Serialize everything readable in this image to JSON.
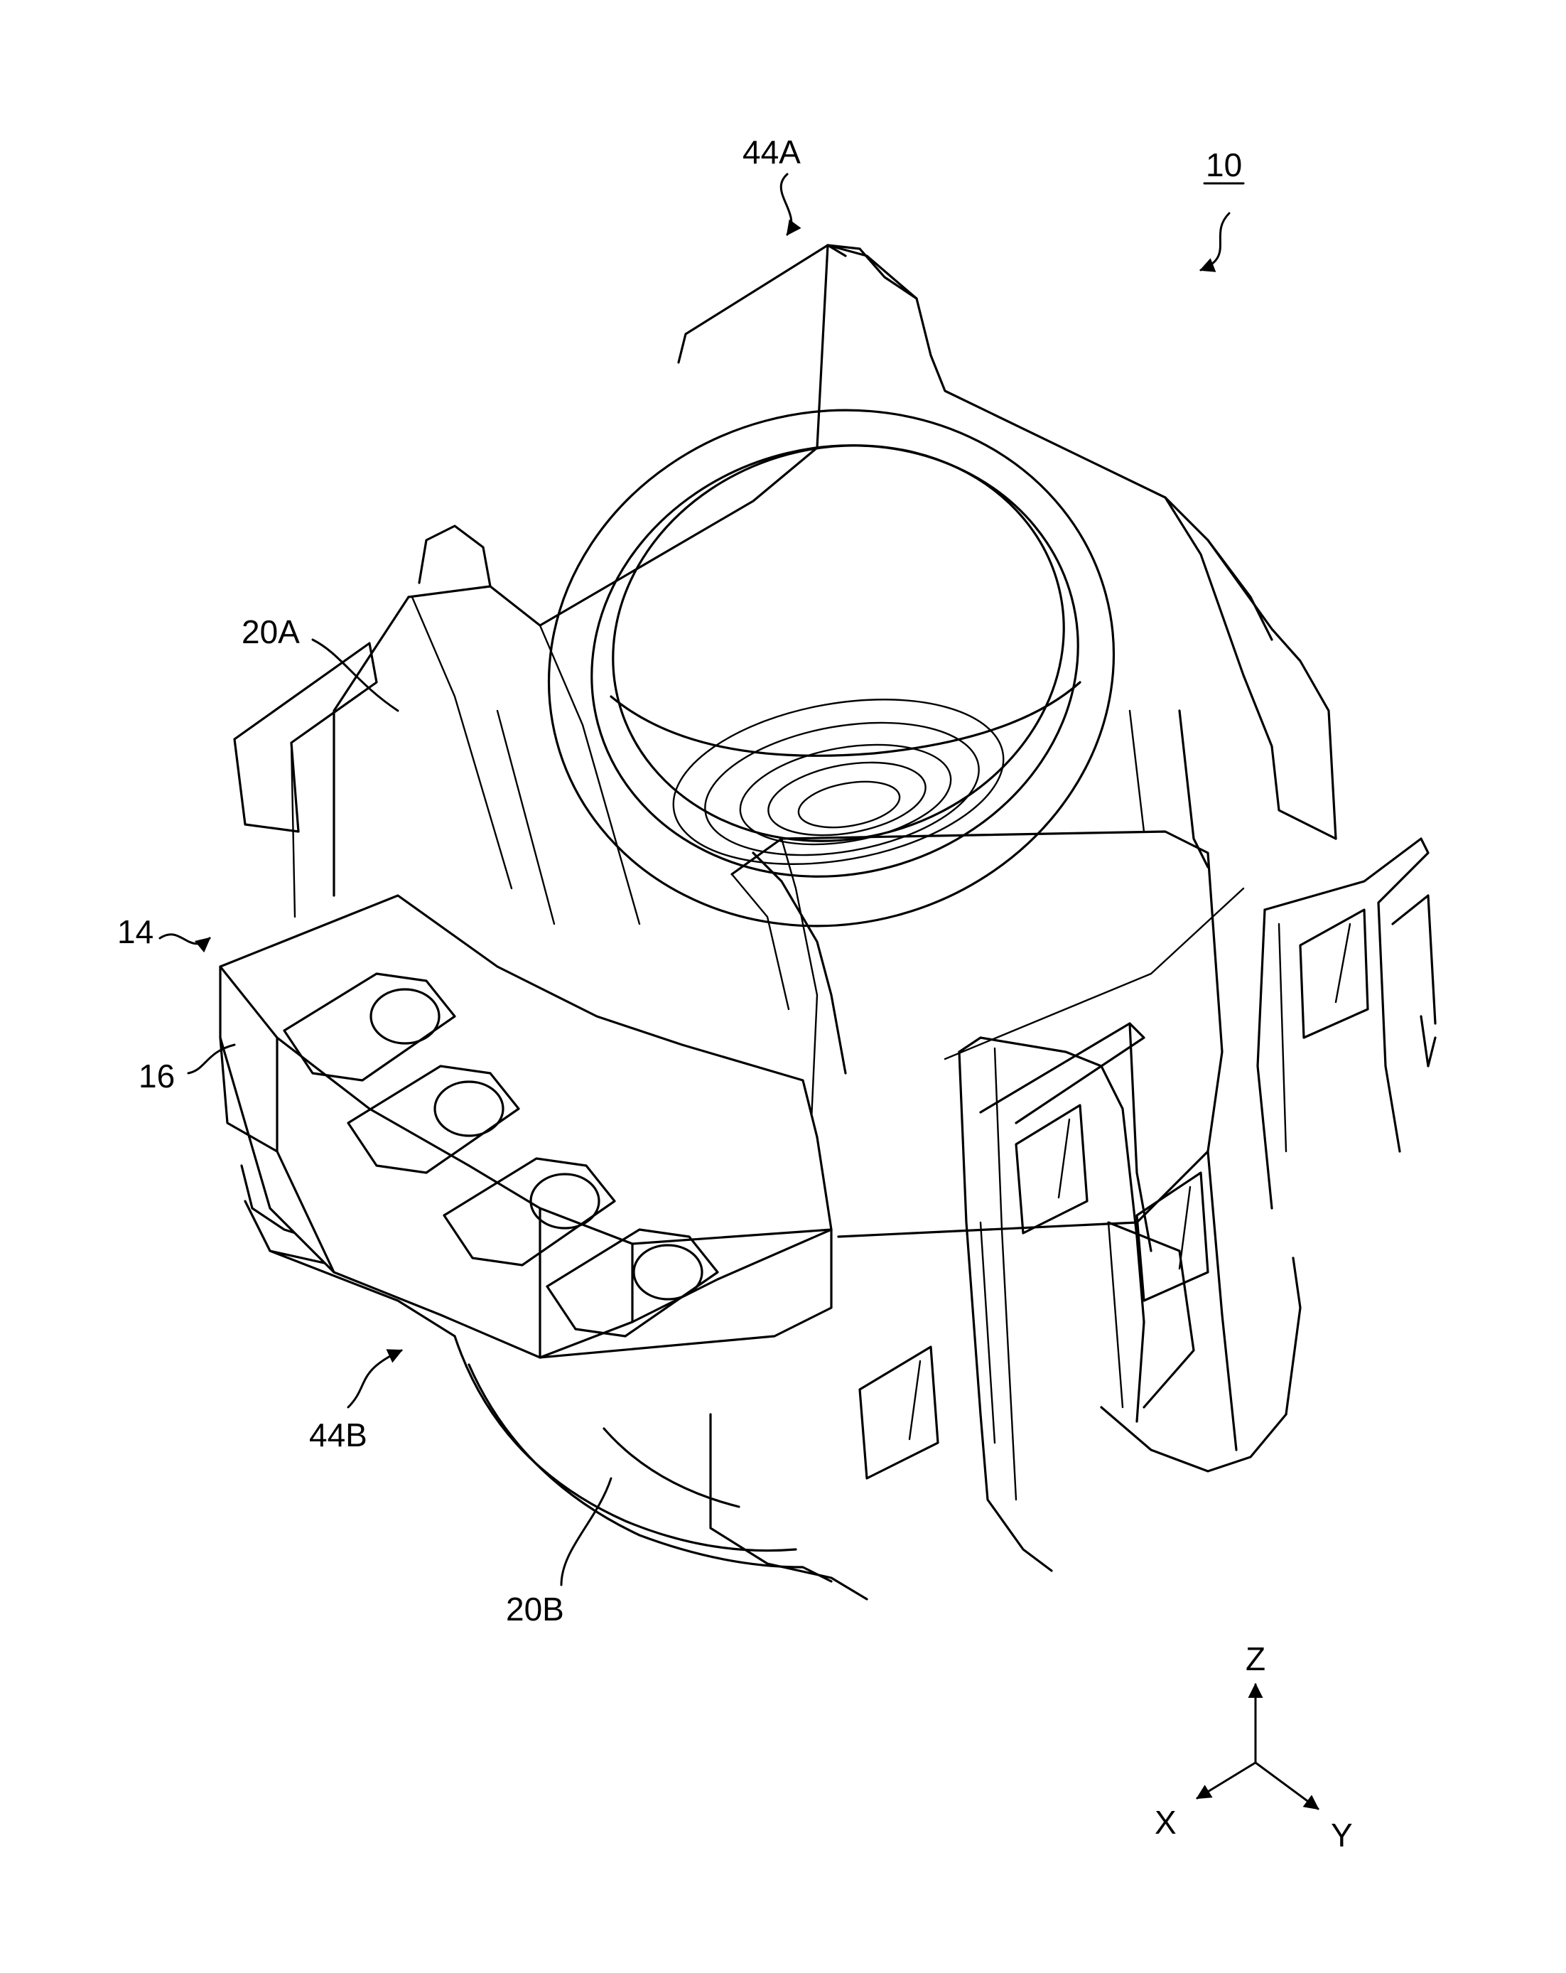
{
  "labels": {
    "assembly": "10",
    "top_bracket": "44A",
    "bottom_bracket": "44B",
    "upper_face": "20A",
    "lower_face": "20B",
    "terminal_block": "14",
    "terminal_base": "16"
  },
  "axes": {
    "z": "Z",
    "x": "X",
    "y": "Y"
  }
}
